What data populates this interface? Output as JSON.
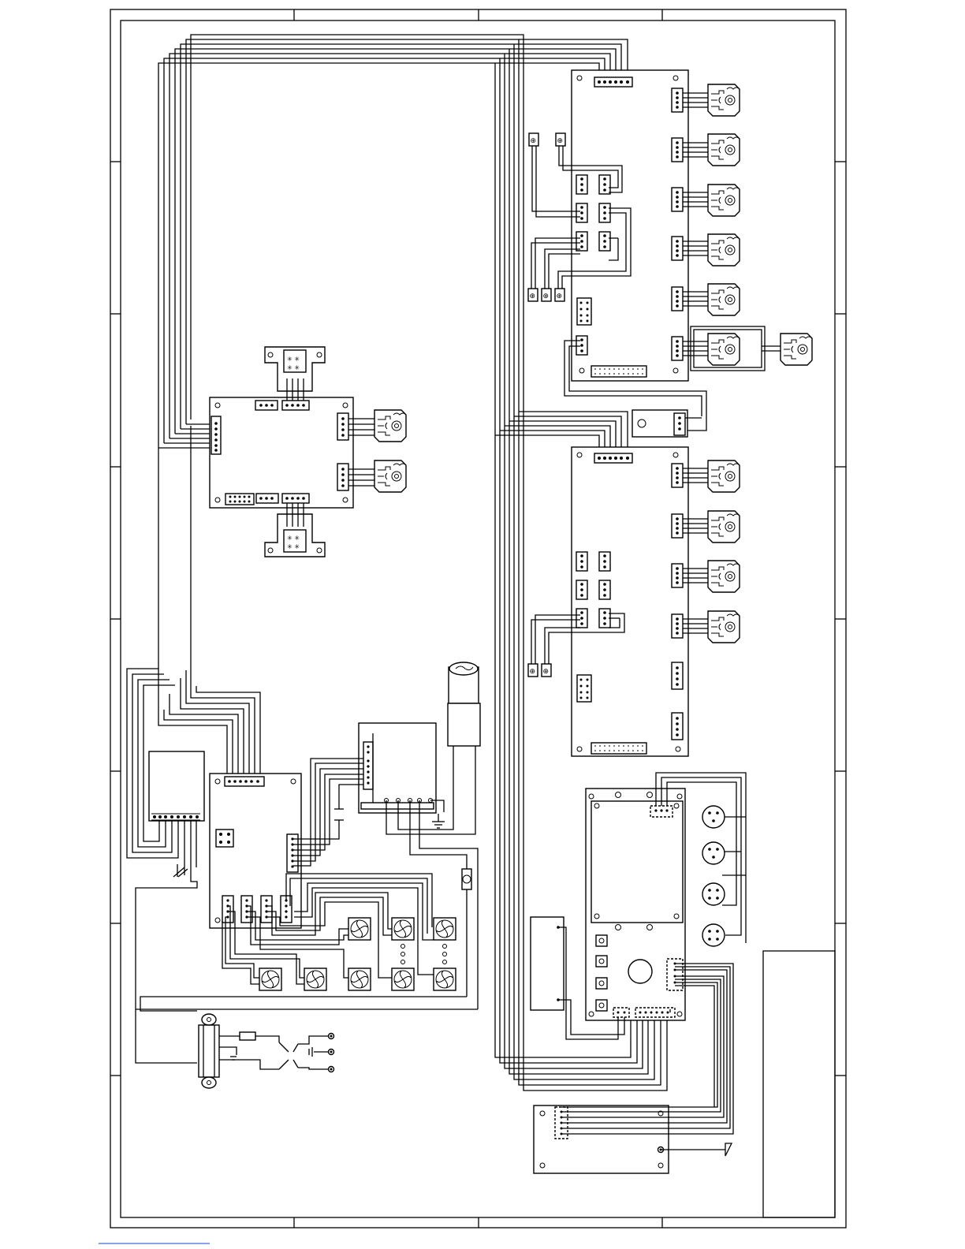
{
  "document": {
    "type": "wiring-schematic",
    "text_content": []
  },
  "components": {
    "top_right_board": {
      "motor_count": 6,
      "connector_header": "6-pin"
    },
    "middle_right_board": {
      "motor_count": 4
    },
    "left_center_board": {
      "motor_count": 2
    },
    "power_board": {
      "fan_count": 8
    },
    "control_panel": {
      "round_connectors": 4,
      "push_buttons": 4
    },
    "power_entry": {
      "fuse": true,
      "switch": true,
      "terminals": 3
    }
  },
  "colors": {
    "line": "#000000",
    "background": "#ffffff",
    "footer_rule": "#1a3fd0"
  }
}
